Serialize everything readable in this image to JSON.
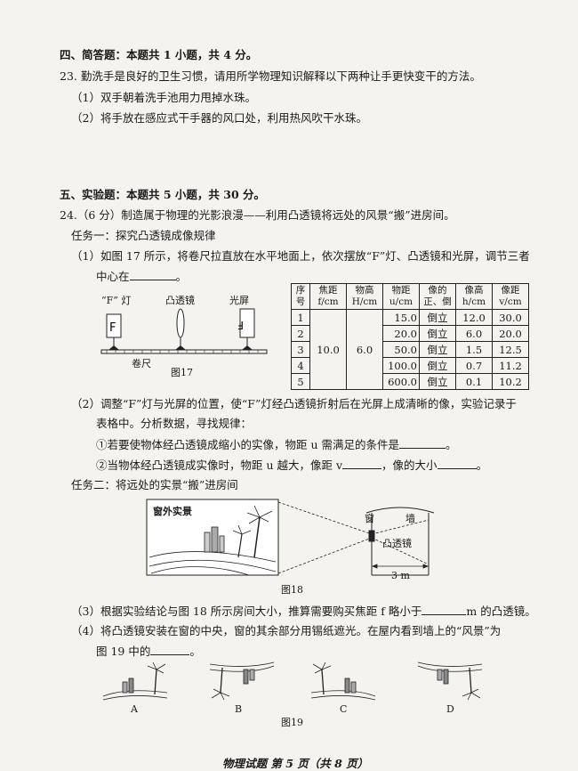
{
  "section4": {
    "heading": "四、简答题：本题共 1 小题，共 4 分。",
    "q23": "23. 勤洗手是良好的卫生习惯，请用所学物理知识解释以下两种让手更快变干的方法。",
    "q23_1": "（1）双手朝着洗手池用力甩掉水珠。",
    "q23_2": "（2）将手放在感应式干手器的风口处，利用热风吹干水珠。"
  },
  "section5": {
    "heading": "五、实验题：本题共 5 小题，共 30 分。",
    "q24": "24.（6 分）制造属于物理的光影浪漫——利用凸透镜将远处的风景“搬”进房间。",
    "task1": "任务一：探究凸透镜成像规律",
    "q24_1a": "（1）如图 17 所示，将卷尺拉直放在水平地面上，依次摆放“F”灯、凸透镜和光屏，调节三者",
    "q24_1b": "中心在",
    "q24_1b_end": "。",
    "fig17": {
      "label_lamp": "“F” 灯",
      "label_lens": "凸透镜",
      "label_screen": "光屏",
      "label_tape": "卷尺",
      "caption": "图17"
    },
    "table": {
      "headers": [
        "序号",
        "焦距 f/cm",
        "物高 H/cm",
        "物距 u/cm",
        "像的正、倒",
        "像高 h/cm",
        "像距 v/cm"
      ],
      "focal": "10.0",
      "height": "6.0",
      "rows": [
        [
          "1",
          "15.0",
          "倒立",
          "12.0",
          "30.0"
        ],
        [
          "2",
          "20.0",
          "倒立",
          "6.0",
          "20.0"
        ],
        [
          "3",
          "50.0",
          "倒立",
          "1.5",
          "12.5"
        ],
        [
          "4",
          "100.0",
          "倒立",
          "0.7",
          "11.2"
        ],
        [
          "5",
          "600.0",
          "倒立",
          "0.1",
          "10.2"
        ]
      ]
    },
    "q24_2a": "（2）调整“F”灯与光屏的位置，使“F”灯经凸透镜折射后在光屏上成清晰的像，实验记录于",
    "q24_2b": "表格中。分析数据，寻找规律：",
    "q24_2c1": "①若要使物体经凸透镜成缩小的实像，物距 u 需满足的条件是",
    "q24_2c1_end": "。",
    "q24_2c2a": "②当物体经凸透镜成实像时，物距 u 越大，像距 v",
    "q24_2c2b": "，像的大小",
    "q24_2c2_end": "。",
    "task2": "任务二：将远处的实景“搬”进房间",
    "fig18": {
      "label_scene": "窗外实景",
      "label_window": "窗",
      "label_wall": "墙",
      "label_lens": "凸透镜",
      "label_width": "3 m",
      "caption": "图18"
    },
    "q24_3a": "（3）根据实验结论与图 18 所示房间大小，推算需要购买焦距 f 略小于",
    "q24_3b": "m 的凸透镜。",
    "q24_4a": "（4）将凸透镜安装在窗的中央，窗的其余部分用锡纸遮光。在屋内看到墙上的“风景”为",
    "q24_4b": "图 19 中的",
    "q24_4b_end": "。",
    "fig19": {
      "options": [
        "A",
        "B",
        "C",
        "D"
      ],
      "caption": "图19"
    },
    "footer": "物理试题  第 5 页（共 8 页）"
  }
}
